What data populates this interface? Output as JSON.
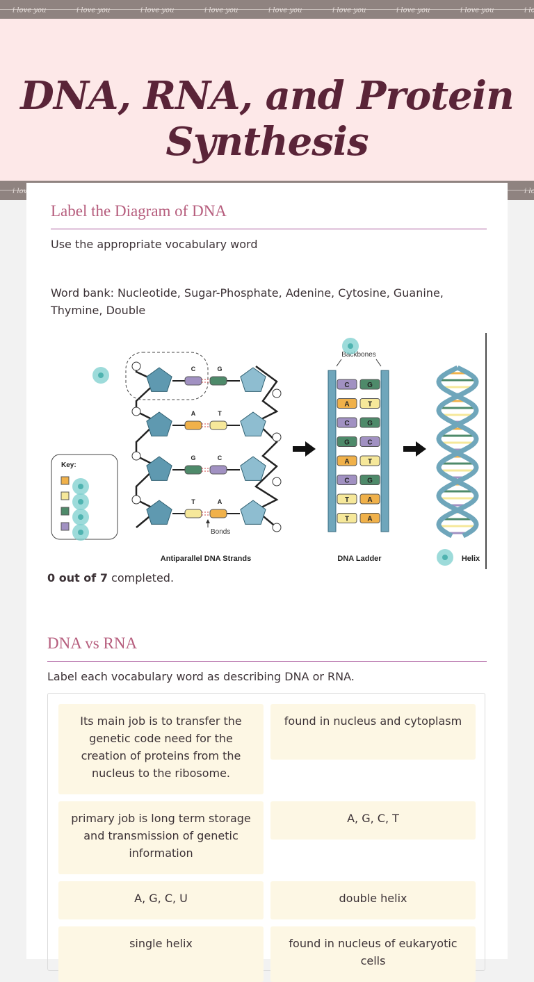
{
  "title": "DNA, RNA, and Protein Synthesis",
  "band_text": "i love you",
  "section1": {
    "heading": "Label the Diagram of DNA",
    "instruction": "Use the appropriate vocabulary word",
    "word_bank": "Word bank: Nucleotide, Sugar-Phosphate, Adenine, Cytosine, Guanine, Thymine, Double"
  },
  "diagram": {
    "key_label": "Key:",
    "backbones_label": "Backbones",
    "bonds_label": "Bonds",
    "strands_caption": "Antiparallel DNA Strands",
    "ladder_caption": "DNA Ladder",
    "helix_caption": "Helix",
    "strand_pairs": [
      [
        "C",
        "G"
      ],
      [
        "A",
        "T"
      ],
      [
        "G",
        "C"
      ],
      [
        "T",
        "A"
      ]
    ],
    "ladder_pairs": [
      [
        "C",
        "G"
      ],
      [
        "A",
        "T"
      ],
      [
        "C",
        "G"
      ],
      [
        "G",
        "C"
      ],
      [
        "A",
        "T"
      ],
      [
        "C",
        "G"
      ],
      [
        "T",
        "A"
      ],
      [
        "T",
        "A"
      ]
    ],
    "colors": {
      "A": "#f0b14a",
      "T": "#f6e89a",
      "G": "#4e8a6a",
      "C": "#a191c2",
      "sugar": "#5f99b0",
      "sugar_right": "#8ebdd0",
      "backbone": "#6fa6bb",
      "hotspot": "#7ccfce"
    }
  },
  "progress": {
    "count": "0 out of 7",
    "suffix": " completed."
  },
  "section2": {
    "heading": "DNA vs RNA",
    "instruction": "Label each vocabulary word as describing DNA or RNA.",
    "cards": [
      "Its main job is to transfer the genetic code need for the creation of proteins from the nucleus to the ribosome.",
      "found in nucleus and cytoplasm",
      "primary job is long term storage and transmission of genetic information",
      "A, G, C, T",
      "A, G, C, U",
      "double helix",
      "single helix",
      "found in nucleus of eukaryotic cells"
    ]
  }
}
